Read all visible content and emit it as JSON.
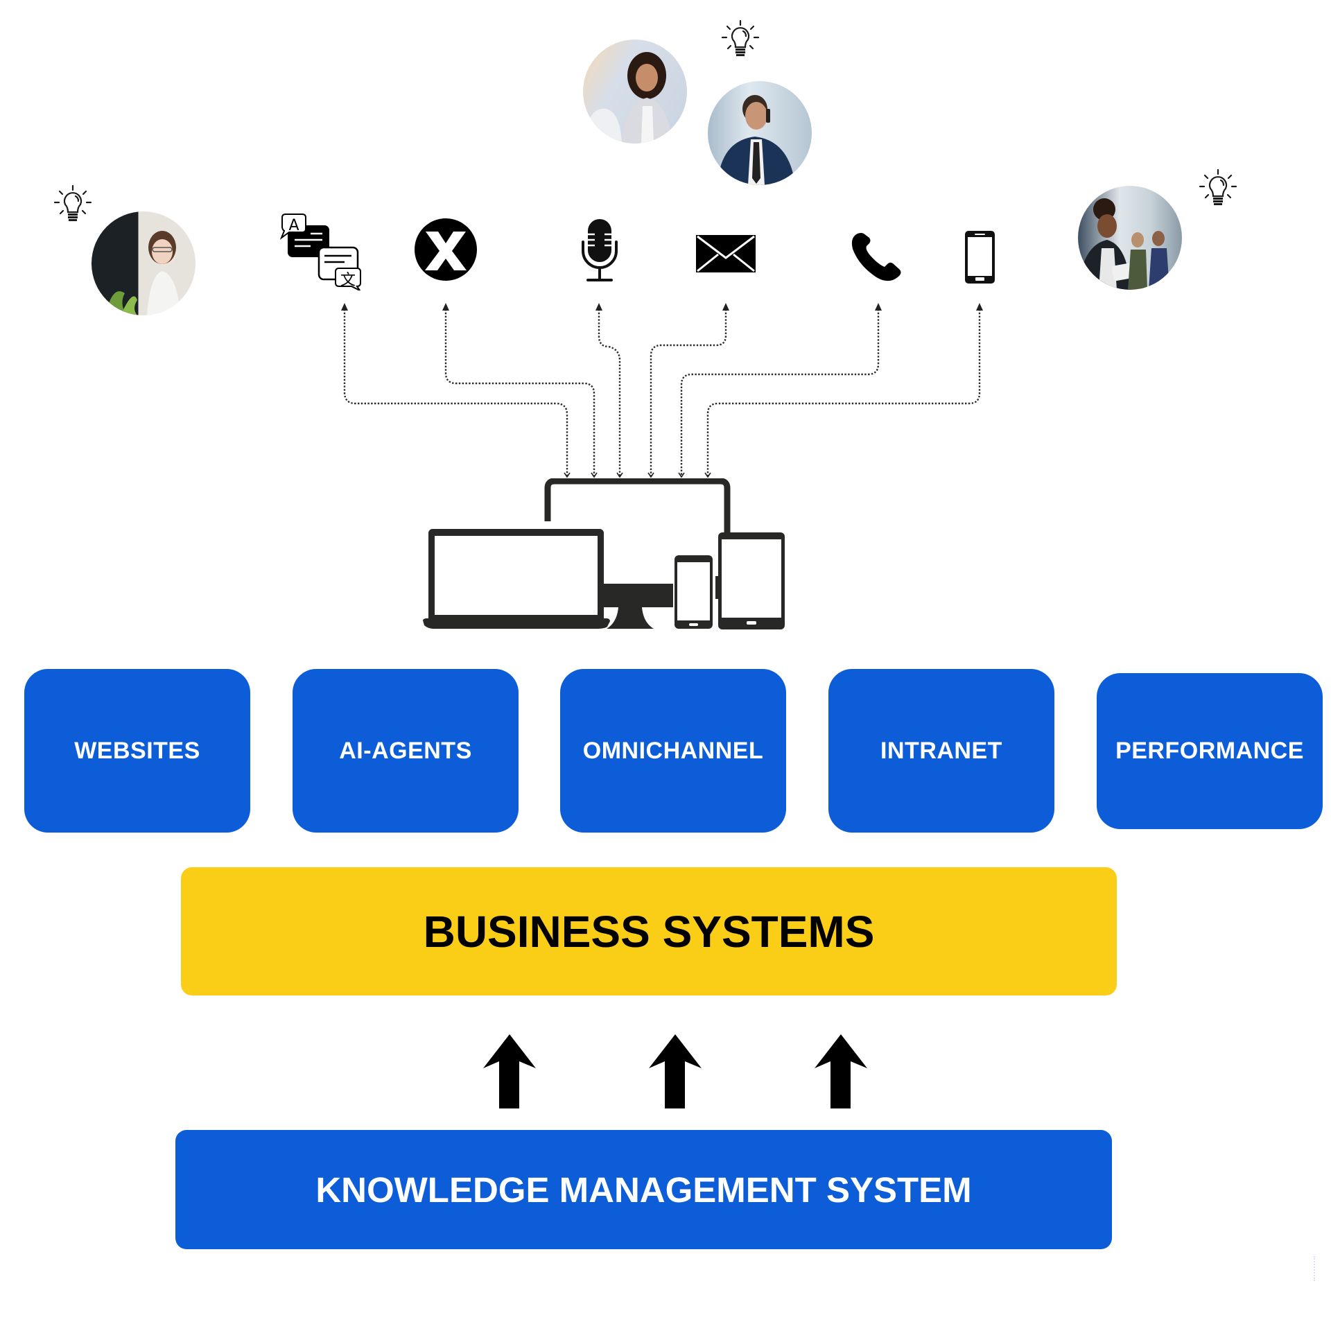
{
  "colors": {
    "blue": "#0D5DD8",
    "yellow": "#FACD17",
    "ink": "#111111",
    "device": "#282826",
    "white": "#ffffff"
  },
  "people": [
    {
      "id": "agent-headset",
      "description": "call-center agent with headset"
    },
    {
      "id": "handshake-woman",
      "description": "smiling businesswoman shaking hands"
    },
    {
      "id": "phone-man",
      "description": "businessman on phone call"
    },
    {
      "id": "tablet-woman",
      "description": "woman using tablet in office"
    }
  ],
  "idea_icons": [
    "lightbulb-icon",
    "lightbulb-icon",
    "lightbulb-icon"
  ],
  "channels": [
    {
      "name": "translate",
      "icon": "translate-icon"
    },
    {
      "name": "x",
      "icon": "x-social-icon"
    },
    {
      "name": "voice",
      "icon": "microphone-icon"
    },
    {
      "name": "email",
      "icon": "envelope-icon"
    },
    {
      "name": "phone",
      "icon": "phone-icon"
    },
    {
      "name": "mobile",
      "icon": "mobile-phone-icon"
    }
  ],
  "devices": [
    "laptop-icon",
    "monitor-icon",
    "smartphone-icon",
    "tablet-icon"
  ],
  "tiles": [
    {
      "label": "WEBSITES"
    },
    {
      "label": "AI-AGENTS"
    },
    {
      "label": "OMNICHANNEL"
    },
    {
      "label": "INTRANET"
    },
    {
      "label": "PERFORMANCE"
    }
  ],
  "business_systems": {
    "label": "BUSINESS SYSTEMS"
  },
  "up_arrows": 3,
  "knowledge_management": {
    "label": "KNOWLEDGE MANAGEMENT SYSTEM"
  }
}
